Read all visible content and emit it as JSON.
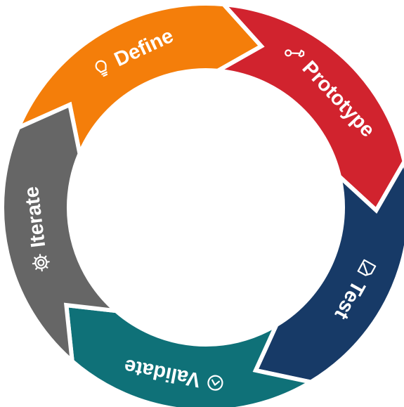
{
  "diagram": {
    "segments": [
      {
        "label": "Define",
        "icon": "lightbulb-icon",
        "color": "#f47e0a"
      },
      {
        "label": "Prototype",
        "icon": "wrench-icon",
        "color": "#d1232e"
      },
      {
        "label": "Test",
        "icon": "pencil-icon",
        "color": "#173a67"
      },
      {
        "label": "Validate",
        "icon": "check-icon",
        "color": "#0f7178"
      },
      {
        "label": "Iterate",
        "icon": "gear-icon",
        "color": "#666666"
      }
    ]
  }
}
